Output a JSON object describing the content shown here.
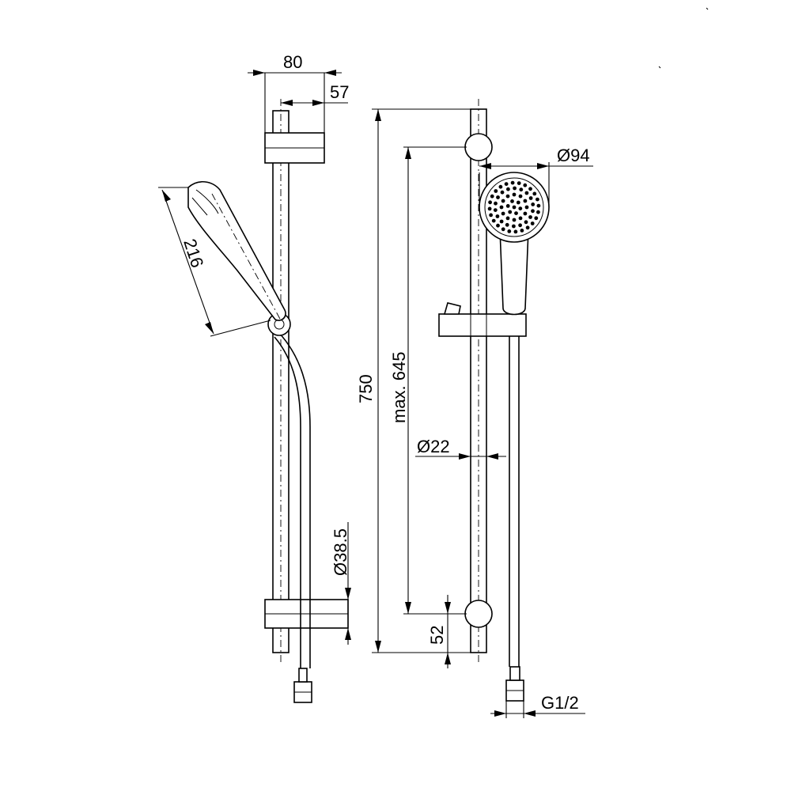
{
  "dimensions": {
    "bracket_depth": "80",
    "bar_offset": "57",
    "handshower_length": "216",
    "bar_length": "750",
    "max_height": "max. 645",
    "handshower_diameter": "Ø94",
    "bar_diameter": "Ø22",
    "bracket_diameter": "Ø38.5",
    "bottom_offset": "52",
    "thread": "G1/2"
  },
  "colors": {
    "line": "#000000",
    "background": "#ffffff"
  }
}
